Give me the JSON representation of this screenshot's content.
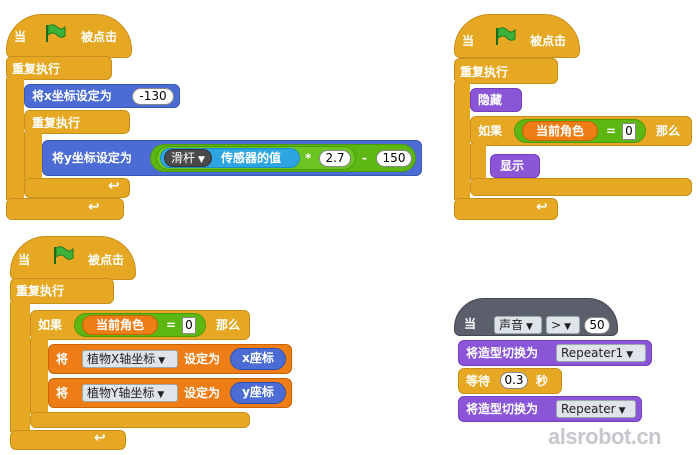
{
  "script1": {
    "hat_when": "当",
    "hat_clicked": "被点击",
    "forever": "重复执行",
    "set_x_label": "将x坐标设定为",
    "set_x_value": "-130",
    "inner_forever": "重复执行",
    "set_y_label": "将y坐标设定为",
    "sensor_dropdown": "滑杆",
    "sensor_value_label": "传感器的值",
    "times": "*",
    "multiplier": "2.7",
    "minus": "-",
    "subtrahend": "150"
  },
  "script2": {
    "hat_when": "当",
    "hat_clicked": "被点击",
    "forever": "重复执行",
    "hide": "隐藏",
    "if_label": "如果",
    "costume_reporter": "当前角色",
    "equals": "=",
    "compare_value": "0",
    "then_label": "那么",
    "show": "显示"
  },
  "script3": {
    "hat_when": "当",
    "hat_clicked": "被点击",
    "forever": "重复执行",
    "if_label": "如果",
    "costume_reporter": "当前角色",
    "equals": "=",
    "compare_value": "0",
    "then_label": "那么",
    "set1_label": "将",
    "set1_var": "植物X轴坐标",
    "set1_to": "设定为",
    "set1_value": "x座标",
    "set2_label": "将",
    "set2_var": "植物Y轴坐标",
    "set2_to": "设定为",
    "set2_value": "y座标"
  },
  "script4": {
    "hat_when": "当",
    "sensor_dropdown": "声音",
    "operator_dropdown": ">",
    "threshold": "50",
    "switch1_label": "将造型切换为",
    "switch1_costume": "Repeater1",
    "wait_label": "等待",
    "wait_value": "0.3",
    "wait_unit": "秒",
    "switch2_label": "将造型切换为",
    "switch2_costume": "Repeater"
  },
  "watermark": "alsrobot.cn",
  "colors": {
    "control": "#e6a822",
    "motion": "#4a6cd4",
    "looks": "#8a55d7",
    "operators": "#5cb712",
    "variables": "#ee7d16",
    "sensor_hat": "#5a5f6b"
  }
}
